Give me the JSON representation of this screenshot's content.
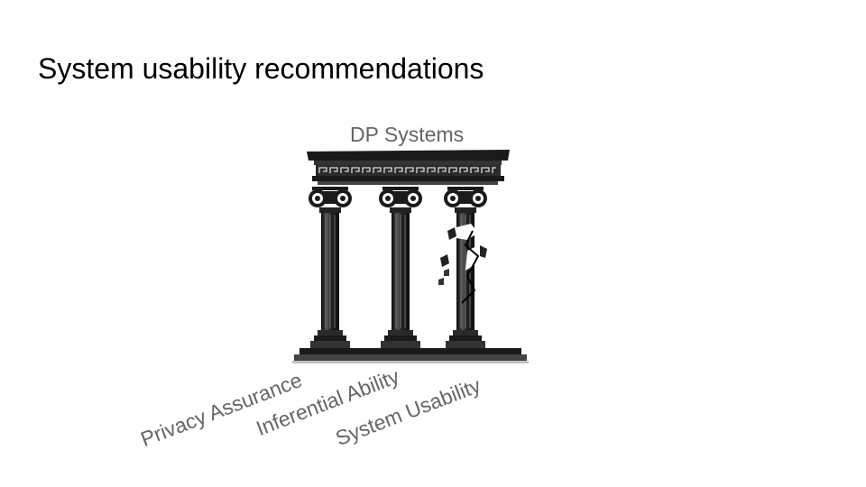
{
  "slide": {
    "title": "System usability recommendations",
    "diagram": {
      "top_label": "DP Systems",
      "pillars": [
        {
          "label": "Privacy Assurance",
          "state": "intact"
        },
        {
          "label": "Inferential Ability",
          "state": "intact"
        },
        {
          "label": "System Usability",
          "state": "cracked"
        }
      ]
    },
    "colors": {
      "title": "#000000",
      "labels": "#666666",
      "illustration": "#1a1a1a",
      "background": "#ffffff"
    },
    "icons": [
      "greek-temple-icon"
    ]
  }
}
